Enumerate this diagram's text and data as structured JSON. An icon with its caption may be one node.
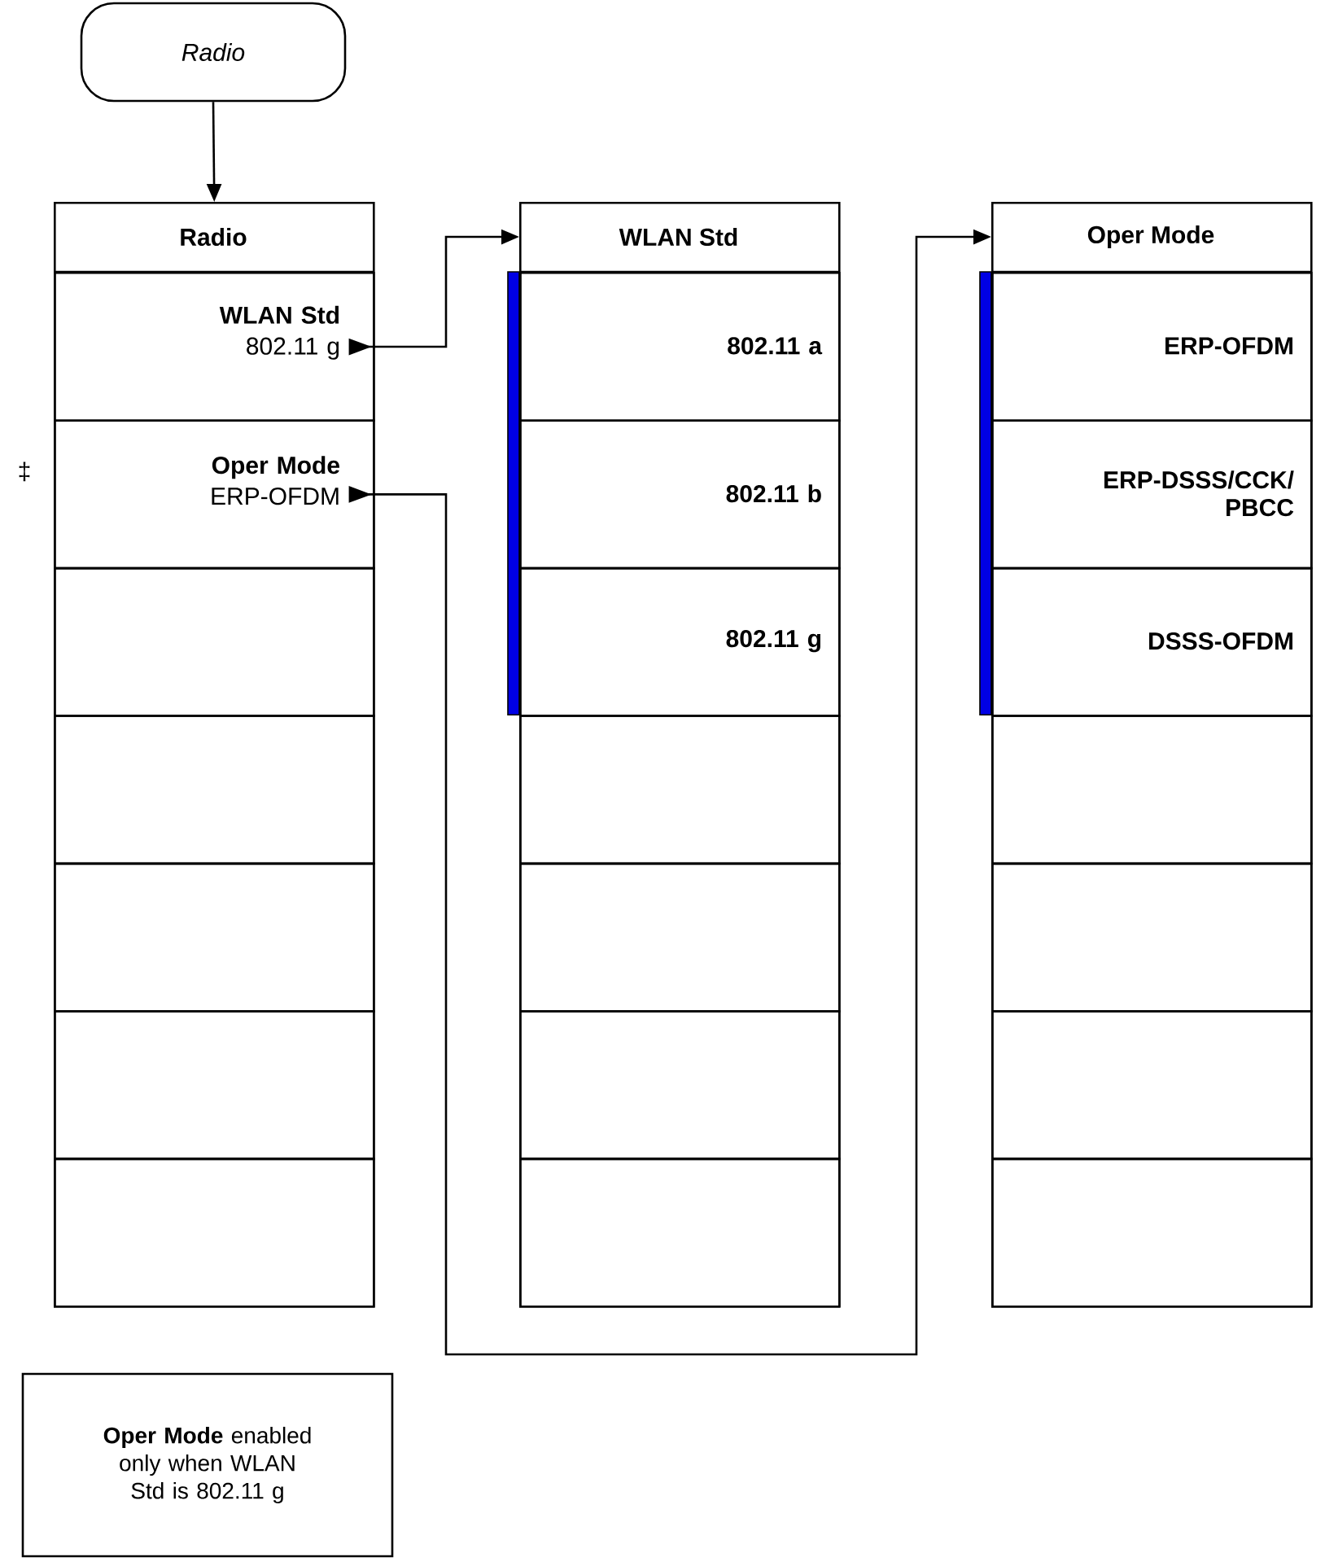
{
  "diagram": {
    "nodes": [
      {
        "text": [
          "Radio"
        ]
      },
      {
        "text": [
          "Radio"
        ]
      },
      {
        "text": [
          "WLAN Std",
          "802.11 g"
        ],
        "in": 1
      },
      {
        "text": [
          "Oper Mode",
          "ERP-OFDM"
        ],
        "in": 1,
        "beside": [
          "‡"
        ]
      },
      {
        "text": [],
        "shape": "box",
        "in": 1
      },
      {
        "text": [],
        "shape": "box",
        "in": 1
      },
      {
        "text": [],
        "shape": "box",
        "in": 1
      },
      {
        "text": [],
        "shape": "box",
        "in": 1
      },
      {
        "text": [],
        "shape": "box",
        "in": 1
      },
      {
        "text": [
          "WLAN Std"
        ]
      },
      {
        "text": [
          "802.11 a"
        ],
        "in": 9
      },
      {
        "text": [
          "802.11 b"
        ],
        "in": 9
      },
      {
        "text": [
          "802.11 g"
        ],
        "in": 9
      },
      {
        "text": [],
        "shape": "box",
        "in": 9
      },
      {
        "text": [],
        "shape": "box",
        "in": 9
      },
      {
        "text": [],
        "shape": "box",
        "in": 9
      },
      {
        "text": [],
        "shape": "box",
        "in": 9
      },
      {
        "text": [
          "Oper Mode"
        ]
      },
      {
        "text": [
          "ERP-OFDM"
        ],
        "in": 17
      },
      {
        "text": [
          "ERP-DSSS/CCK/ PBCC"
        ],
        "in": 17
      },
      {
        "text": [
          "DSSS-OFDM"
        ],
        "in": 17
      },
      {
        "text": [],
        "shape": "box",
        "in": 17
      },
      {
        "text": [],
        "shape": "box",
        "in": 17
      },
      {
        "text": [],
        "shape": "box",
        "in": 17
      },
      {
        "text": [],
        "shape": "box",
        "in": 17
      },
      {
        "text": [
          "**Oper Mode** enabled only when WLAN Std is 802.11 g"
        ]
      }
    ],
    "edges": [
      {
        "from": 0,
        "to": 1,
        "arrow": "to"
      },
      {
        "from": 2,
        "to": 9,
        "arrow": "to"
      },
      {
        "from": 3,
        "to": 17,
        "arrow": "to"
      }
    ]
  }
}
